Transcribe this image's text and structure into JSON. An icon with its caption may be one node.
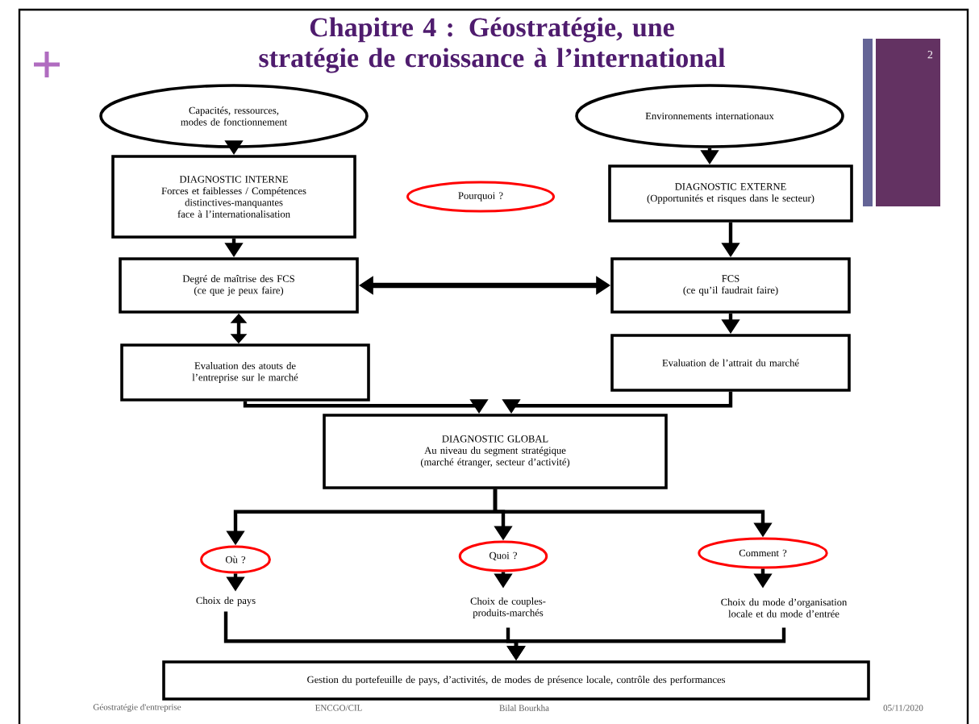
{
  "diagram": {
    "title": "Chapitre 4 : Géostratégie, une stratégie de croissance à l’international",
    "nodes": [
      {
        "text": [
          "Capacités, ressources, modes de fonctionnement"
        ]
      },
      {
        "text": [
          "Environnements internationaux"
        ]
      },
      {
        "text": [
          "DIAGNOSTIC INTERNE",
          "Forces et faiblesses / Compétences distinctives-manquantes face à l’internationalisation"
        ]
      },
      {
        "text": [
          "DIAGNOSTIC EXTERNE",
          "(Opportunités et risques dans le secteur)"
        ]
      },
      {
        "text": [
          "Pourquoi ?"
        ]
      },
      {
        "text": [
          "Degré de maîtrise des FCS",
          "(ce que je peux faire)"
        ]
      },
      {
        "text": [
          "FCS",
          "(ce qu’il faudrait faire)"
        ]
      },
      {
        "text": [
          "Evaluation des atouts de l’entreprise sur le marché"
        ]
      },
      {
        "text": [
          "Evaluation de l’attrait du marché"
        ]
      },
      {
        "text": [
          "DIAGNOSTIC GLOBAL",
          "Au niveau du segment stratégique (marché étranger, secteur d’activité)"
        ]
      },
      {
        "text": [
          "Où ?"
        ]
      },
      {
        "text": [
          "Quoi ?"
        ]
      },
      {
        "text": [
          "Comment ?"
        ]
      },
      {
        "text": [
          "Choix de pays"
        ]
      },
      {
        "text": [
          "Choix de couples-produits-marchés"
        ]
      },
      {
        "text": [
          "Choix du mode d’organisation locale et du mode d’entrée"
        ]
      },
      {
        "text": [
          "Gestion du portefeuille de pays, d’activités, de modes de présence locale, contrôle des performances"
        ]
      }
    ],
    "edges": [
      {
        "from": 0,
        "to": 2,
        "arrow": "to"
      },
      {
        "from": 1,
        "to": 3,
        "arrow": "to"
      },
      {
        "from": 2,
        "to": 5,
        "arrow": "to"
      },
      {
        "from": 3,
        "to": 6,
        "arrow": "to"
      },
      {
        "from": 5,
        "to": 6,
        "arrow": "both"
      },
      {
        "from": 5,
        "to": 7,
        "arrow": "both"
      },
      {
        "from": 6,
        "to": 8,
        "arrow": "to"
      },
      {
        "from": 7,
        "to": 9,
        "arrow": "to"
      },
      {
        "from": 8,
        "to": 9,
        "arrow": "to"
      },
      {
        "from": 9,
        "to": 10,
        "arrow": "to"
      },
      {
        "from": 9,
        "to": 11,
        "arrow": "to"
      },
      {
        "from": 9,
        "to": 12,
        "arrow": "to"
      },
      {
        "from": 10,
        "to": 13,
        "arrow": "to"
      },
      {
        "from": 11,
        "to": 14,
        "arrow": "to"
      },
      {
        "from": 12,
        "to": 15,
        "arrow": "to"
      },
      {
        "from": 13,
        "to": 16,
        "arrow": "to"
      },
      {
        "from": 14,
        "to": 16,
        "arrow": "to"
      },
      {
        "from": 15,
        "to": 16,
        "arrow": "to"
      }
    ],
    "labels": [
      "2",
      "Géostratégie d'entreprise",
      "ENCGO/CIL",
      "Bilal Bourkha",
      "05/11/2020"
    ]
  }
}
